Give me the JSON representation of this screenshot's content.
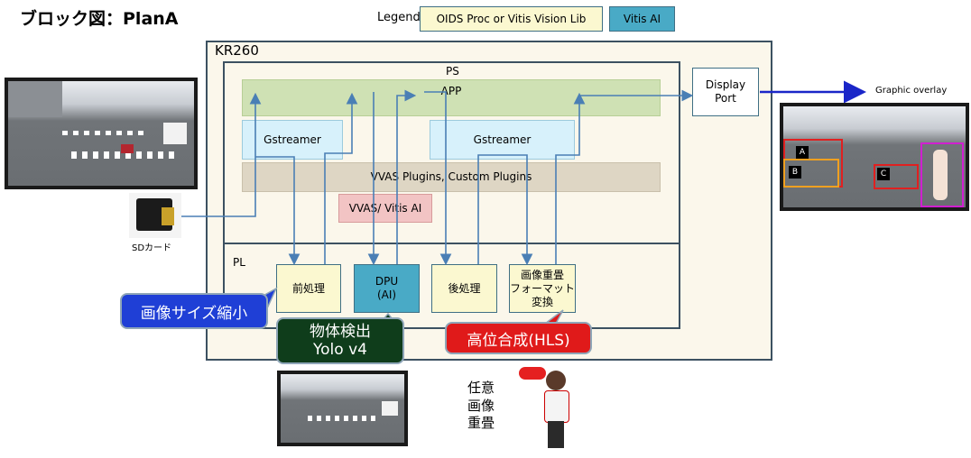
{
  "title": "ブロック図：PlanA",
  "legend": {
    "label": "Legend",
    "item1": "OIDS Proc  or Vitis Vision Lib",
    "item2": "Vitis AI"
  },
  "colors": {
    "app": "#cfe1b4",
    "gstreamer": "#d7f1fb",
    "plugins": "#ded6c4",
    "vitis_ai": "#f2c4c4",
    "pl_box": "#fbf8d0",
    "dpu": "#49aac6",
    "board": "#fbf7eb",
    "callout_blue": "#1f3fd6",
    "callout_green": "#0f3d1b",
    "callout_red": "#e01a1a",
    "arrow": "#4a7fb5",
    "overlay_arrow": "#1a26c8"
  },
  "board": {
    "name": "KR260",
    "ps_label": "PS",
    "pl_label": "PL",
    "app": "APP",
    "gstreamer_left": "Gstreamer",
    "gstreamer_right": "Gstreamer",
    "plugins": "VVAS Plugins, Custom Plugins",
    "vvas_vitis": "VVAS/ Vitis AI",
    "display_line1": "Display",
    "display_line2": "Port",
    "pl_blocks": {
      "pre": "前処理",
      "dpu_line1": "DPU",
      "dpu_line2": "(AI)",
      "post": "後処理",
      "compose_line1": "画像重畳",
      "compose_line2": "フォーマット",
      "compose_line3": "変換"
    }
  },
  "callouts": {
    "resize": "画像サイズ縮小",
    "detect_line1": "物体検出",
    "detect_line2": "Yolo v4",
    "compose": "高位合成(HLS)"
  },
  "sd_label": "SDカード",
  "graphic_overlay": "Graphic overlay",
  "overlay_tags": [
    "A",
    "B",
    "C"
  ],
  "arbitrary_overlay": [
    "任意",
    "画像",
    "重畳"
  ]
}
